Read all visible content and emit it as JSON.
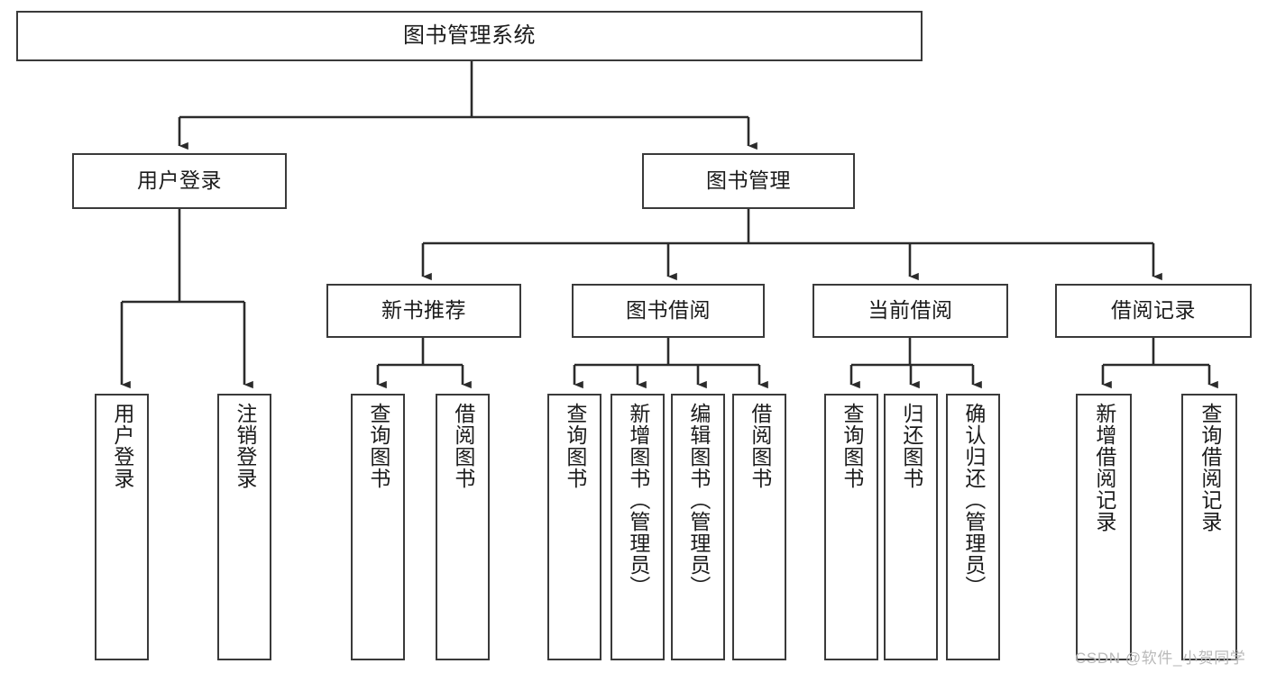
{
  "diagram": {
    "type": "hierarchy-tree",
    "title": "图书管理系统",
    "watermark": "CSDN @软件_小贺同学",
    "colors": {
      "box_border": "#3a3a3a",
      "box_fill": "#ffffff",
      "connector": "#2b2b2b",
      "text": "#1b1b1b",
      "watermark": "#b9b9b9",
      "background": "#ffffff"
    },
    "levels": {
      "root": {
        "label": "图书管理系统"
      },
      "level2": [
        {
          "label": "用户登录"
        },
        {
          "label": "图书管理"
        }
      ],
      "level3": [
        {
          "label": "新书推荐"
        },
        {
          "label": "图书借阅"
        },
        {
          "label": "当前借阅"
        },
        {
          "label": "借阅记录"
        }
      ],
      "leaves": {
        "user_login": [
          {
            "label": "用户登录"
          },
          {
            "label": "注销登录"
          }
        ],
        "new_book_recommend": [
          {
            "label": "查询图书"
          },
          {
            "label": "借阅图书"
          }
        ],
        "book_borrow": [
          {
            "label": "查询图书"
          },
          {
            "label": "新增图书（管理员）"
          },
          {
            "label": "编辑图书（管理员）"
          },
          {
            "label": "借阅图书"
          }
        ],
        "current_borrow": [
          {
            "label": "查询图书"
          },
          {
            "label": "归还图书"
          },
          {
            "label": "确认归还（管理员）"
          }
        ],
        "borrow_record": [
          {
            "label": "新增借阅记录"
          },
          {
            "label": "查询借阅记录"
          }
        ]
      }
    }
  }
}
